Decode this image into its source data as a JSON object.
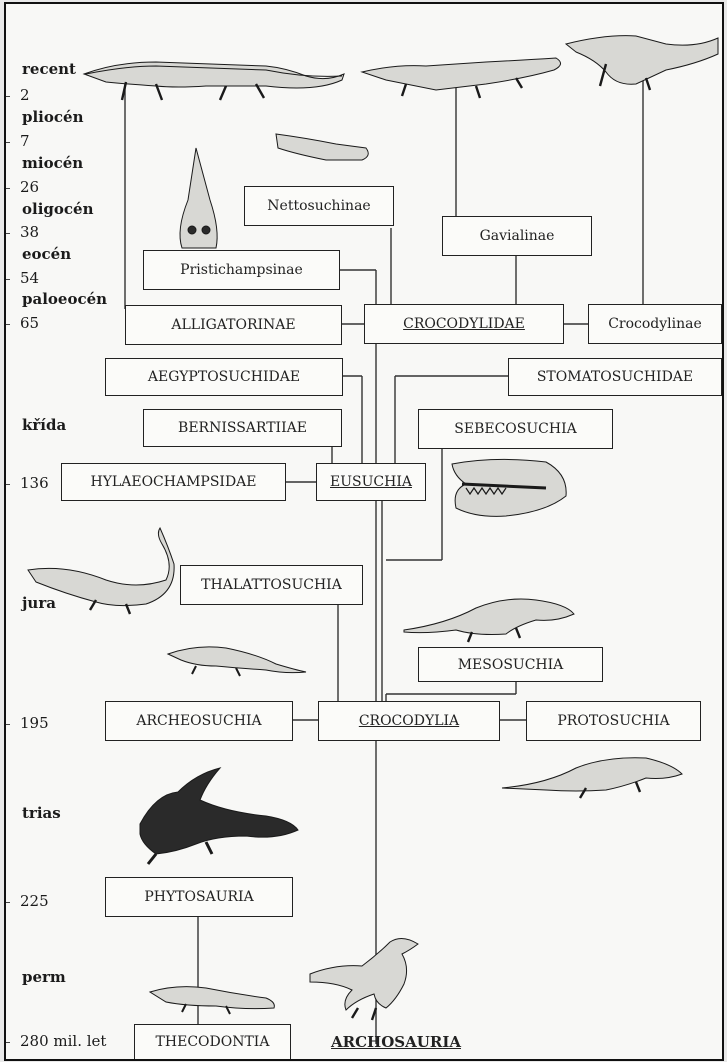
{
  "timeline": {
    "recent": "recent",
    "t2": "2",
    "pliocen": "pliocén",
    "t7": "7",
    "miocen": "miocén",
    "t26": "26",
    "oligocen": "oligocén",
    "t38": "38",
    "eocen": "eocén",
    "t54": "54",
    "paleocen": "paloeocén",
    "t65": "65",
    "krida": "křída",
    "t136": "136",
    "jura": "jura",
    "t195": "195",
    "trias": "trias",
    "t225": "225",
    "perm": "perm",
    "t280": "280 mil. let"
  },
  "taxa": {
    "nettosuchinae": "Nettosuchinae",
    "gavialinae": "Gavialinae",
    "pristichampsinae": "Pristichampsinae",
    "alligatorinae": "ALLIGATORINAE",
    "crocodylidae": "CROCODYLIDAE",
    "crocodylinae": "Crocodylinae",
    "aegyptosuchidae": "AEGYPTOSUCHIDAE",
    "stomatosuchidae": "STOMATOSUCHIDAE",
    "bernissartiae": "BERNISSARTIIAE",
    "sebecosuchia": "SEBECOSUCHIA",
    "hylaeochampsidae": "HYLAEOCHAMPSIDAE",
    "eusuchia": "EUSUCHIA",
    "thalattosuchia": "THALATTOSUCHIA",
    "mesosuchia": "MESOSUCHIA",
    "archeosuchia": "ARCHEOSUCHIA",
    "crocodylia": "CROCODYLIA",
    "protosuchia": "PROTOSUCHIA",
    "phytosauria": "PHYTOSAURIA",
    "thecodontia": "THECODONTIA",
    "archosauria": "ARCHOSAURIA"
  }
}
